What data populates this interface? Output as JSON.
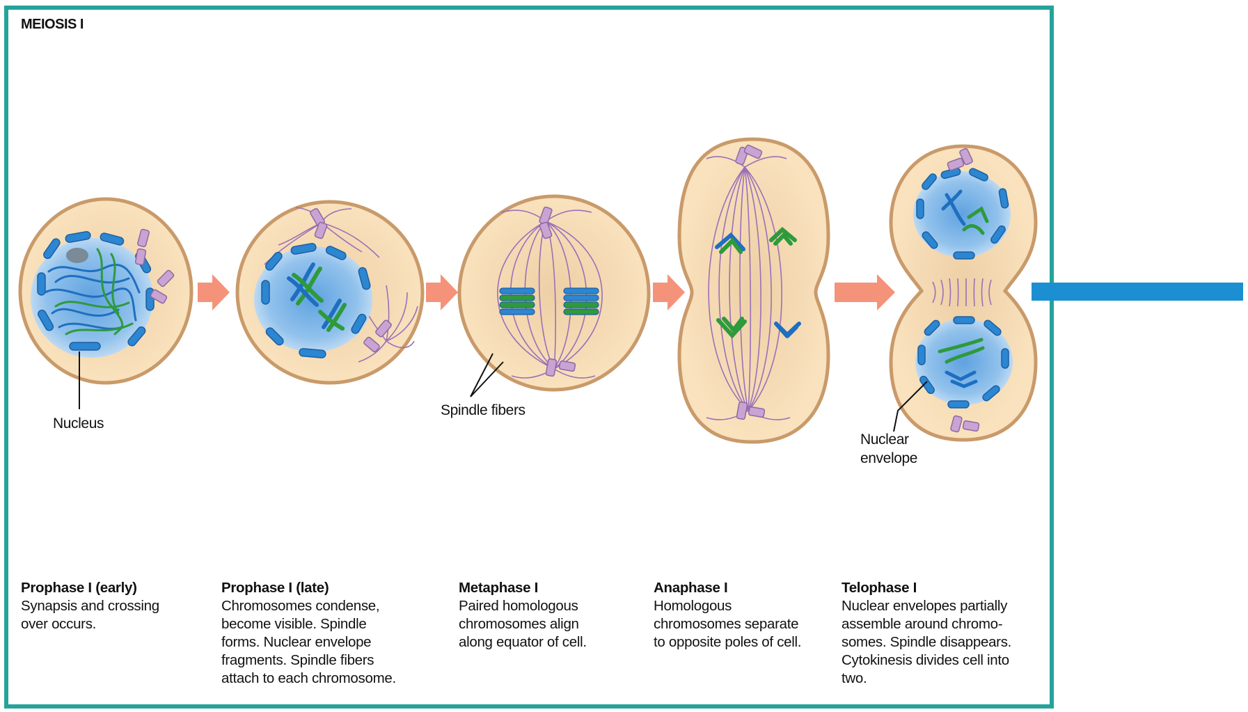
{
  "title": "MEIOSIS I",
  "colors": {
    "frame": "#25a39a",
    "cytoplasm": "#f7ddb4",
    "cell_membrane": "#c99a6a",
    "nucleus": "#7fb6e6",
    "chromosome_blue": "#2c86d1",
    "chromosome_green": "#2e9a3c",
    "spindle": "#9b6fb8",
    "centriole": "#c9a3d3",
    "arrow": "#f4937a",
    "output_bar": "#1b8fd1"
  },
  "labels": {
    "nucleus": "Nucleus",
    "spindle_fibers": "Spindle fibers",
    "nuclear_envelope_1": "Nuclear",
    "nuclear_envelope_2": "envelope"
  },
  "stages": [
    {
      "title": "Prophase I (early)",
      "lines": [
        "Synapsis and crossing",
        "over occurs."
      ]
    },
    {
      "title": "Prophase I (late)",
      "lines": [
        "Chromosomes condense,",
        "become visible. Spindle",
        "forms. Nuclear envelope",
        "fragments. Spindle fibers",
        "attach to each chromosome."
      ]
    },
    {
      "title": "Metaphase I",
      "lines": [
        "Paired homologous",
        "chromosomes align",
        "along equator of cell."
      ]
    },
    {
      "title": "Anaphase I",
      "lines": [
        "Homologous",
        "chromosomes separate",
        "to opposite poles of cell."
      ]
    },
    {
      "title": "Telophase I",
      "lines": [
        "Nuclear envelopes partially",
        "assemble around chromo-",
        "somes. Spindle disappears.",
        "Cytokinesis divides cell into",
        "two."
      ]
    }
  ]
}
